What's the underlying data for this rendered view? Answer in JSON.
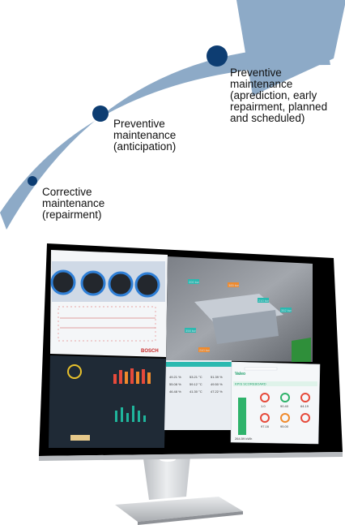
{
  "stages": [
    {
      "lines": [
        "Corrective",
        "maintenance",
        "(repairment)"
      ]
    },
    {
      "lines": [
        "Preventive",
        "maintenance",
        "(anticipation)"
      ]
    },
    {
      "lines": [
        "Preventive",
        "maintenance",
        "(aprediction, early",
        "repairment, planned",
        "and scheduled)"
      ]
    }
  ],
  "dashboard": {
    "brand": "BOSCH",
    "report_brand": "Valeo",
    "report_title": "KPIS  SCOREBOARD",
    "bubbles": [
      "200 kw",
      "385 kw",
      "210 kw",
      "352 kw",
      "358 kw",
      "240 kw"
    ],
    "stats": [
      "49.21 %",
      "53.21 °C",
      "51.39 %",
      "55.08 %",
      "59.12 °C",
      "49.50 %",
      "46.48 %",
      "41.30 °C",
      "47.22 %"
    ],
    "report_values": [
      "264.59 kWh",
      "1.0",
      "90.40",
      "64.19",
      "97.16",
      "95.00"
    ]
  },
  "colors": {
    "arrow": "#8daac7",
    "dot": "#0d3d72",
    "bezel": "#000000",
    "stand": "#d6d8db"
  }
}
